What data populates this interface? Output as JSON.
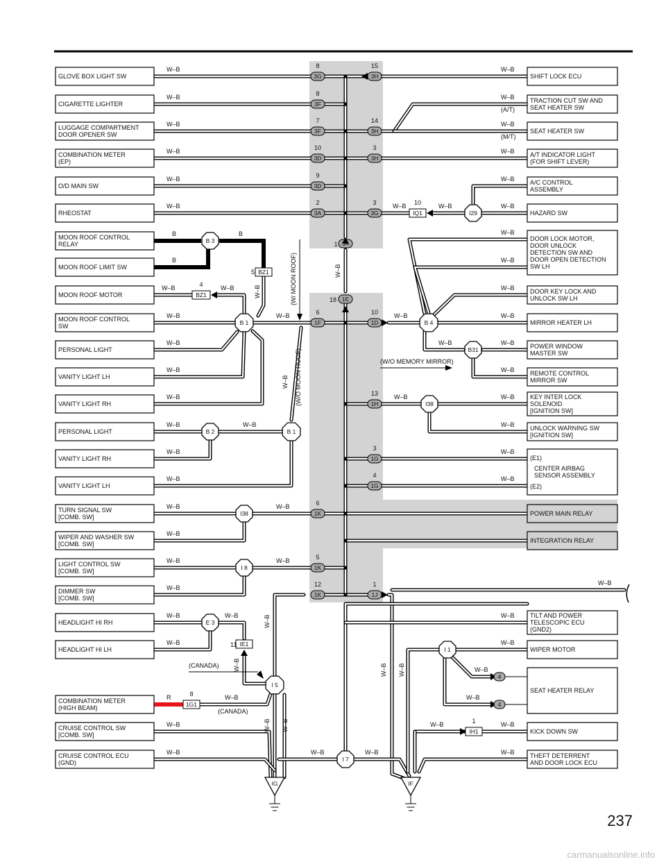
{
  "page_number": "237",
  "watermark": "carmanualsonline.info",
  "wire_color": "W–B",
  "left_components": [
    {
      "label": "GLOVE BOX LIGHT SW"
    },
    {
      "label": "CIGARETTE LIGHTER"
    },
    {
      "label": "LUGGAGE COMPARTMENT\nDOOR OPENER SW"
    },
    {
      "label": "COMBINATION METER\n(EP)"
    },
    {
      "label": "O/D MAIN SW"
    },
    {
      "label": "RHEOSTAT"
    },
    {
      "label": "MOON ROOF CONTROL\nRELAY"
    },
    {
      "label": "MOON ROOF LIMIT SW"
    },
    {
      "label": "MOON ROOF MOTOR"
    },
    {
      "label": "MOON ROOF CONTROL\nSW"
    },
    {
      "label": "PERSONAL LIGHT"
    },
    {
      "label": "VANITY LIGHT LH"
    },
    {
      "label": "VANITY LIGHT RH"
    },
    {
      "label": "PERSONAL LIGHT"
    },
    {
      "label": "VANITY LIGHT RH"
    },
    {
      "label": "VANITY LIGHT LH"
    },
    {
      "label": "TURN SIGNAL SW\n[COMB.  SW]"
    },
    {
      "label": "WIPER AND WASHER SW\n[COMB.  SW]"
    },
    {
      "label": "LIGHT CONTROL SW\n[COMB.  SW]"
    },
    {
      "label": "DIMMER SW\n[COMB.  SW]"
    },
    {
      "label": "HEADLIGHT HI RH"
    },
    {
      "label": "HEADLIGHT HI LH"
    },
    {
      "label": "COMBINATION METER\n(HIGH BEAM)"
    },
    {
      "label": "CRUISE CONTROL SW\n[COMB.  SW]"
    },
    {
      "label": "CRUISE CONTROL ECU\n(GND)"
    }
  ],
  "right_components": [
    {
      "label": "SHIFT LOCK ECU"
    },
    {
      "label": "TRACTION CUT SW AND\nSEAT HEATER SW"
    },
    {
      "label": "SEAT HEATER SW"
    },
    {
      "label": "A/T INDICATOR LIGHT\n(FOR SHIFT LEVER)"
    },
    {
      "label": "A/C CONTROL\nASSEMBLY"
    },
    {
      "label": "HAZARD SW"
    },
    {
      "label": "DOOR LOCK MOTOR,\nDOOR UNLOCK\nDETECTION SW AND\nDOOR OPEN DETECTION\nSW LH"
    },
    {
      "label": "DOOR KEY LOCK AND\nUNLOCK SW LH"
    },
    {
      "label": "MIRROR HEATER LH"
    },
    {
      "label": "POWER WINDOW\nMASTER SW"
    },
    {
      "label": "REMOTE CONTROL\nMIRROR SW"
    },
    {
      "label": "KEY INTER LOCK\nSOLENOID\n[IGNITION SW]"
    },
    {
      "label": "UNLOCK WARNING SW\n[IGNITION SW]"
    },
    {
      "label": "CENTER AIRBAG\nSENSOR ASSEMBLY"
    },
    {
      "label": "POWER MAIN RELAY"
    },
    {
      "label": "INTEGRATION RELAY"
    },
    {
      "label": "TILT AND POWER\nTELESCOPIC ECU\n(GND2)"
    },
    {
      "label": "WIPER MOTOR"
    },
    {
      "label": "SEAT HEATER RELAY"
    },
    {
      "label": "KICK DOWN SW"
    },
    {
      "label": "THEFT DETERRENT\nAND DOOR LOCK ECU"
    }
  ],
  "airbag_terminals": [
    "(E1)",
    "(E2)"
  ],
  "splices": [
    {
      "id": "B 3"
    },
    {
      "id": "B 1"
    },
    {
      "id": "B 1"
    },
    {
      "id": "B 2"
    },
    {
      "id": "I38"
    },
    {
      "id": "I 8"
    },
    {
      "id": "E 3"
    },
    {
      "id": "I 5"
    },
    {
      "id": "I 7"
    },
    {
      "id": "I29"
    },
    {
      "id": "B 4"
    },
    {
      "id": "B31"
    },
    {
      "id": "I38"
    },
    {
      "id": "I 1"
    }
  ],
  "left_junction_pins": [
    {
      "pin": "8",
      "connector": "3G"
    },
    {
      "pin": "8",
      "connector": "3F"
    },
    {
      "pin": "7",
      "connector": "3F"
    },
    {
      "pin": "10",
      "connector": "3D"
    },
    {
      "pin": "9",
      "connector": "3D"
    },
    {
      "pin": "2",
      "connector": "3A"
    },
    {
      "pin": "6",
      "connector": "1F"
    },
    {
      "pin": "6",
      "connector": "1K"
    },
    {
      "pin": "5",
      "connector": "1K"
    },
    {
      "pin": "12",
      "connector": "1K"
    }
  ],
  "right_junction_pins": [
    {
      "pin": "15",
      "connector": "3H"
    },
    {
      "pin": "14",
      "connector": "3H"
    },
    {
      "pin": "3",
      "connector": "3H"
    },
    {
      "pin": "3",
      "connector": "3G"
    },
    {
      "pin": "10",
      "connector": "1D"
    },
    {
      "pin": "13",
      "connector": "1H"
    },
    {
      "pin": "3",
      "connector": "1G"
    },
    {
      "pin": "4",
      "connector": "1G"
    },
    {
      "pin": "1",
      "connector": "1J"
    }
  ],
  "center_pins": [
    {
      "pin": "1",
      "connector": "3A"
    },
    {
      "pin": "18",
      "connector": "1E"
    }
  ],
  "inline_connectors": [
    {
      "pin": "5",
      "connector": "BZ1"
    },
    {
      "pin": "4",
      "connector": "BZ1"
    },
    {
      "pin": "10",
      "connector": "IQ1"
    },
    {
      "pin": "11",
      "connector": "IE1"
    },
    {
      "pin": "8",
      "connector": "1G1"
    },
    {
      "pin": "1",
      "connector": "IH1"
    },
    {
      "pin": "4",
      "connector": "4"
    },
    {
      "pin": "",
      "connector": "4"
    }
  ],
  "grounds": [
    {
      "id": "IG"
    },
    {
      "id": "IF"
    }
  ],
  "notes": {
    "at": "(A/T)",
    "mt": "(M/T)",
    "w_moon_roof": "(W/ MOON ROOF)",
    "wo_moon_roof": "(W/O MOON ROOF)",
    "wo_memory_mirror": "(W/O MEMORY MIRROR)",
    "canada": "(CANADA)"
  },
  "wire_labels": {
    "black": "B",
    "red": "R"
  },
  "colors": {
    "junction_shade": "#d3d3d3",
    "high_beam_wire": "#e8141c"
  }
}
